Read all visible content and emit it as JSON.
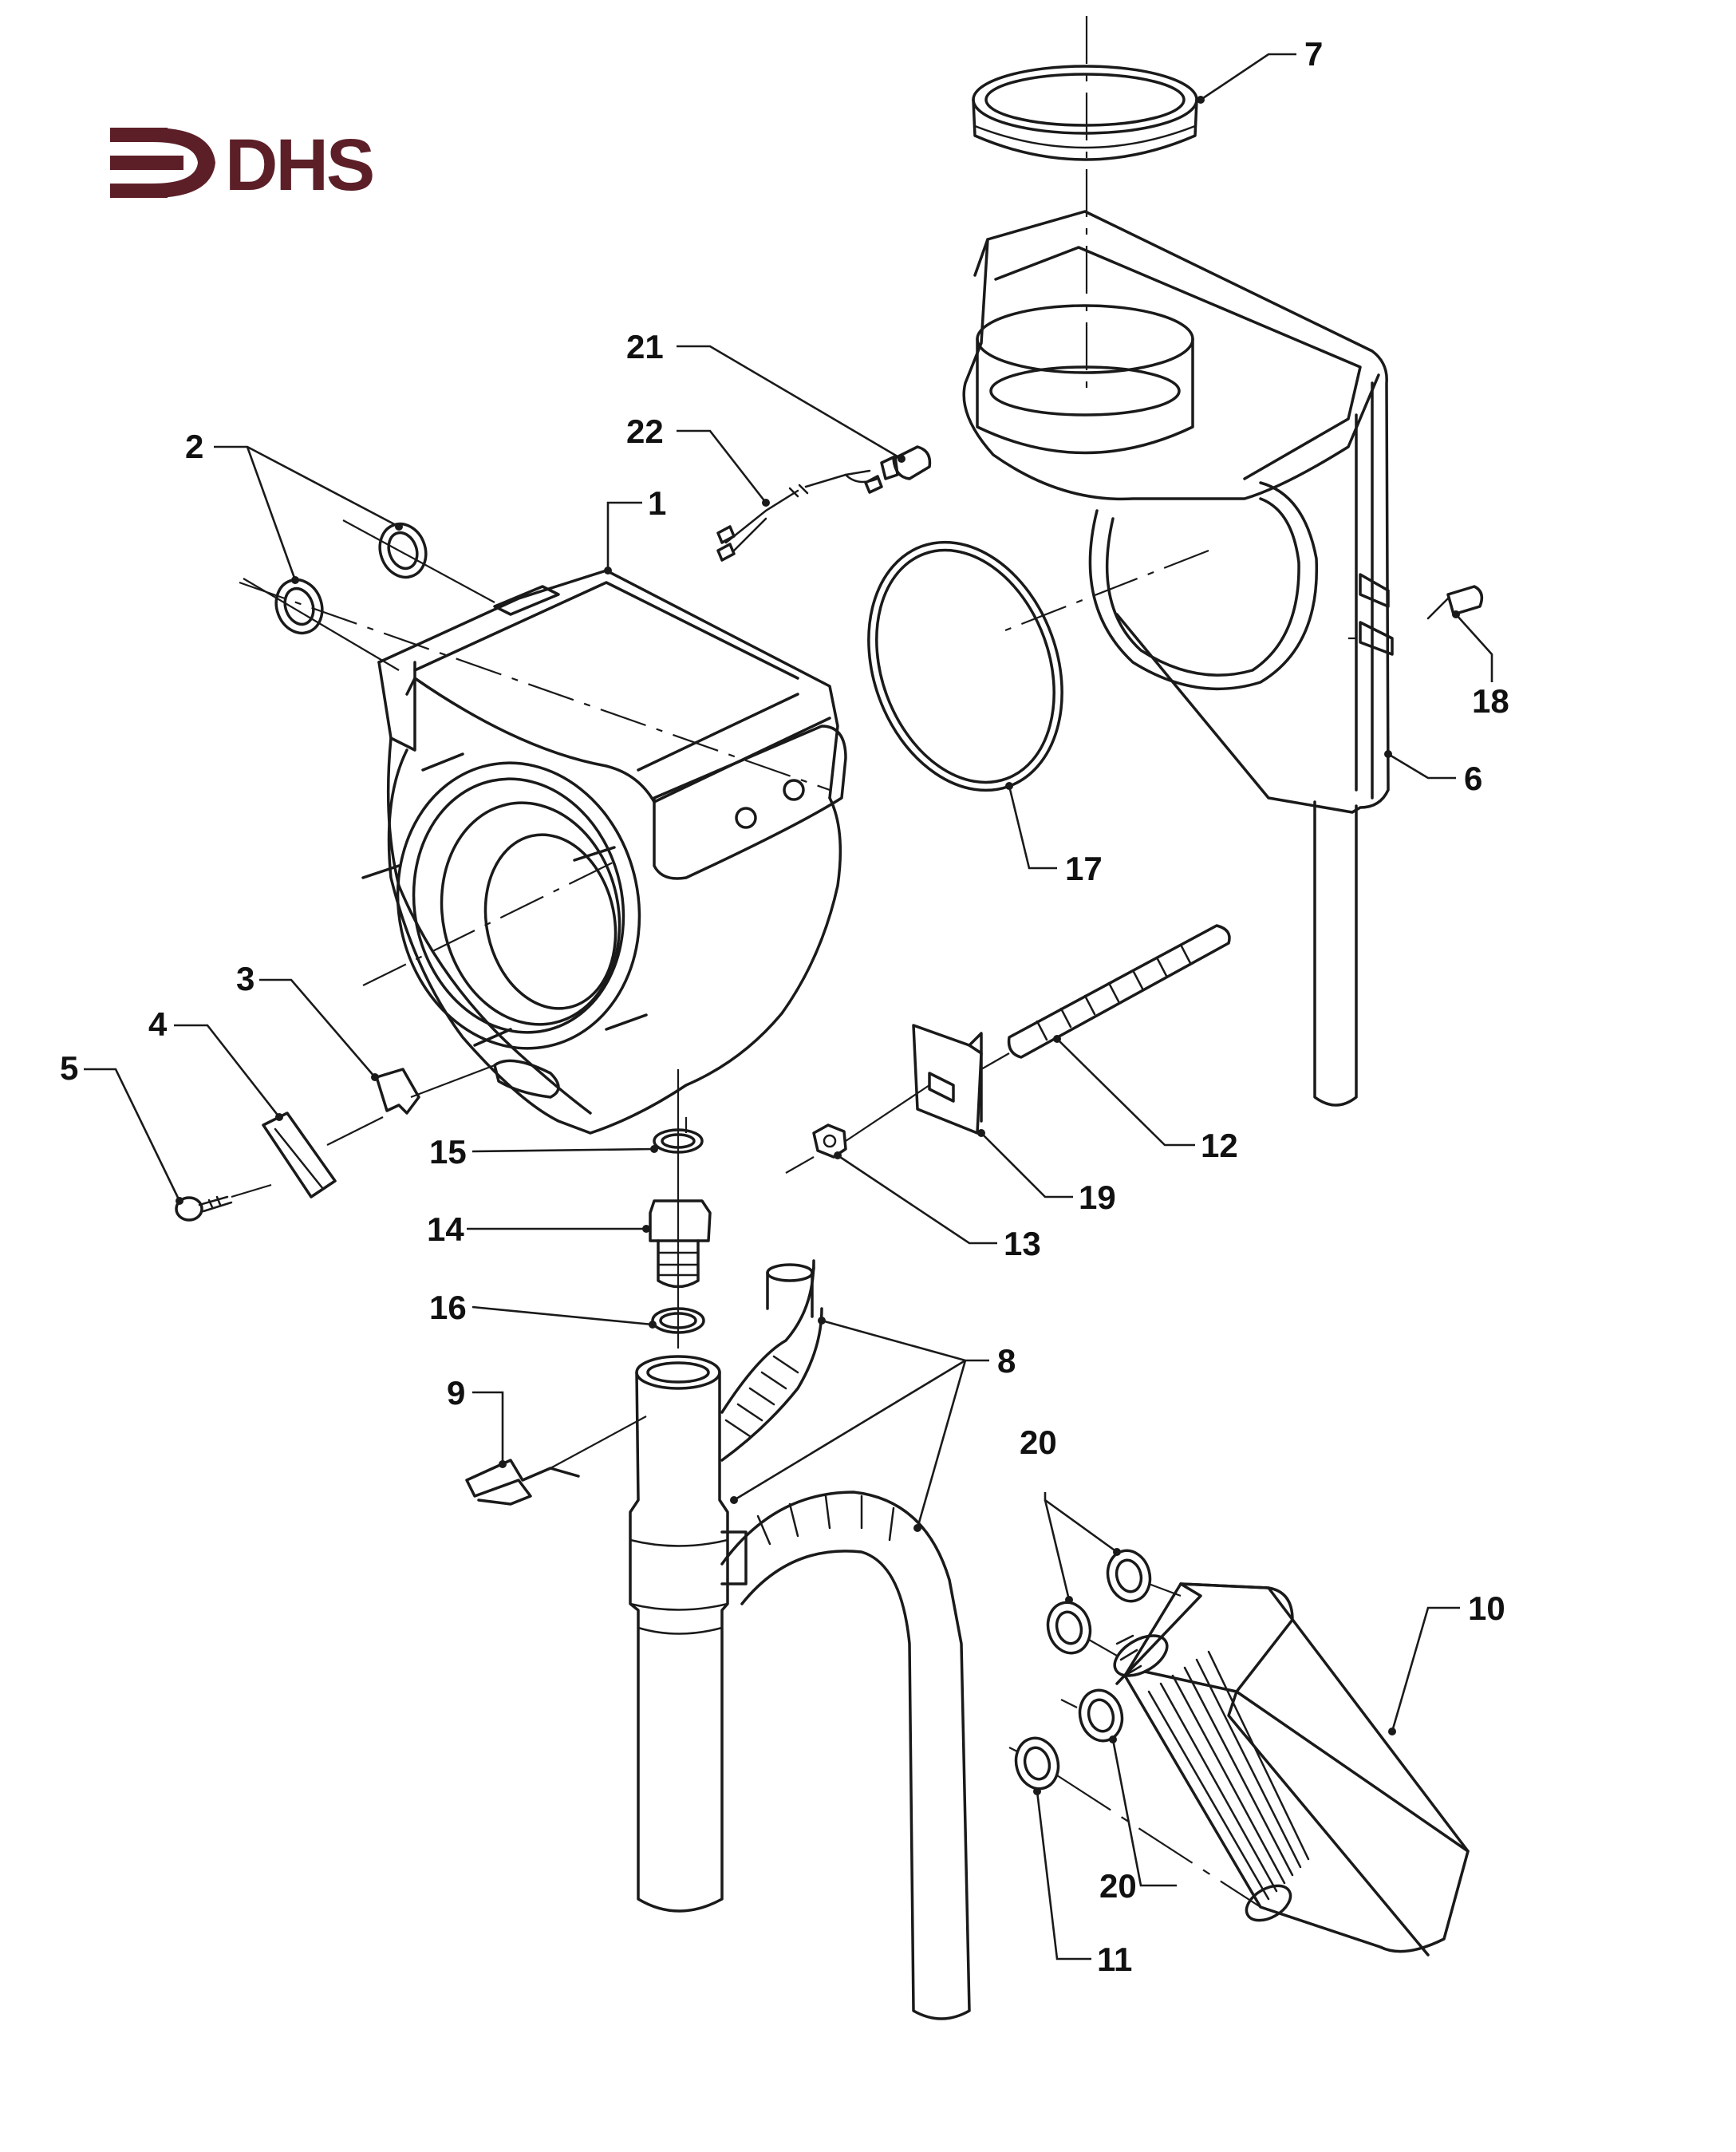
{
  "logo": {
    "text": "DHS",
    "color": "#5c1f28"
  },
  "colors": {
    "line": "#1a1a1a",
    "background": "#ffffff"
  },
  "callouts": [
    {
      "id": "1",
      "label": "1"
    },
    {
      "id": "2",
      "label": "2"
    },
    {
      "id": "3",
      "label": "3"
    },
    {
      "id": "4",
      "label": "4"
    },
    {
      "id": "5",
      "label": "5"
    },
    {
      "id": "6",
      "label": "6"
    },
    {
      "id": "7",
      "label": "7"
    },
    {
      "id": "8",
      "label": "8"
    },
    {
      "id": "9",
      "label": "9"
    },
    {
      "id": "10",
      "label": "10"
    },
    {
      "id": "11",
      "label": "11"
    },
    {
      "id": "12",
      "label": "12"
    },
    {
      "id": "13",
      "label": "13"
    },
    {
      "id": "14",
      "label": "14"
    },
    {
      "id": "15",
      "label": "15"
    },
    {
      "id": "16",
      "label": "16"
    },
    {
      "id": "17",
      "label": "17"
    },
    {
      "id": "18",
      "label": "18"
    },
    {
      "id": "19",
      "label": "19"
    },
    {
      "id": "20a",
      "label": "20"
    },
    {
      "id": "20b",
      "label": "20"
    },
    {
      "id": "21",
      "label": "21"
    },
    {
      "id": "22",
      "label": "22"
    }
  ]
}
